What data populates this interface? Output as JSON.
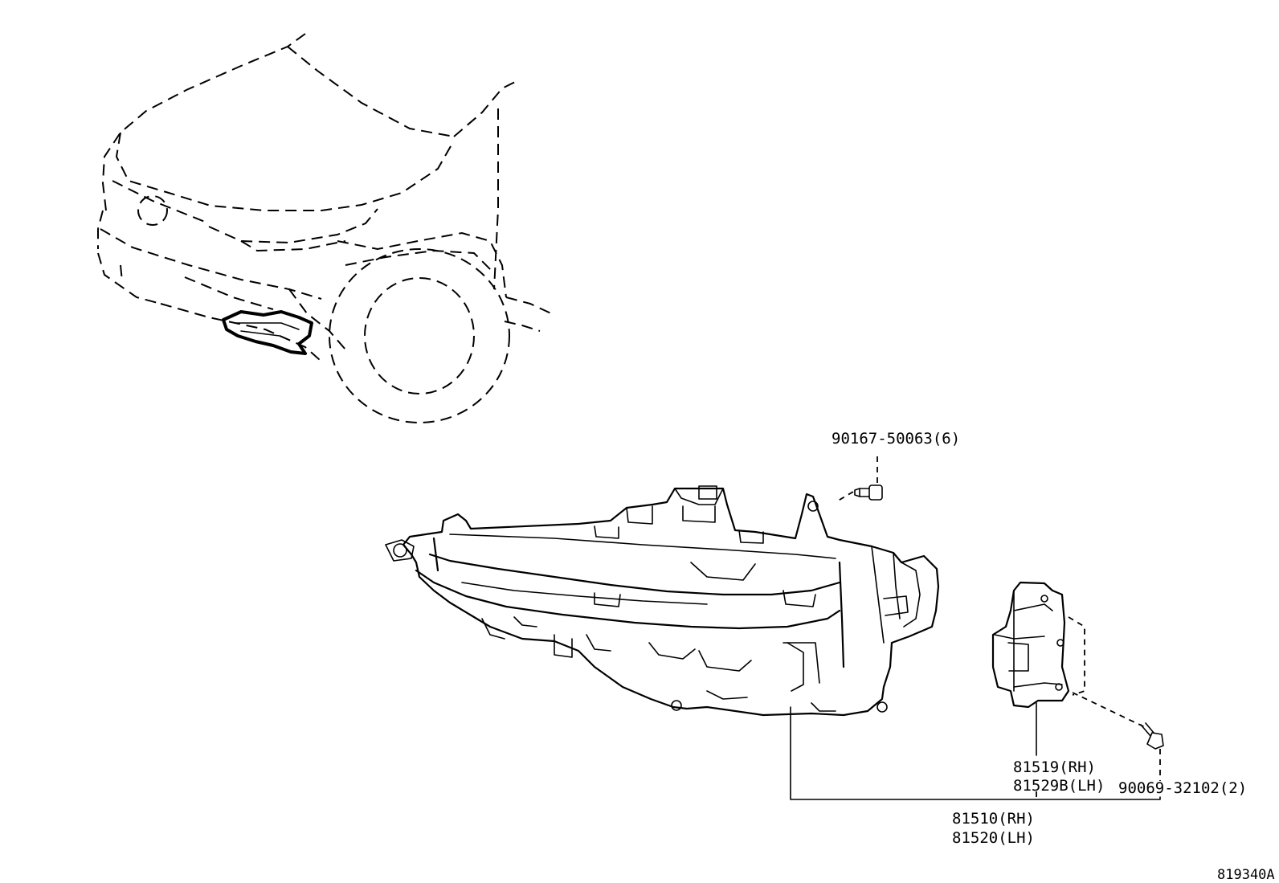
{
  "labels": {
    "screw_top": "90167-50063(6)",
    "bracket_rh": "81519(RH)",
    "bracket_lh": "81529B(LH)",
    "screw_side": "90069-32102(2)",
    "lamp_rh": "81510(RH)",
    "lamp_lh": "81520(LH)"
  },
  "figure_code": "819340A"
}
